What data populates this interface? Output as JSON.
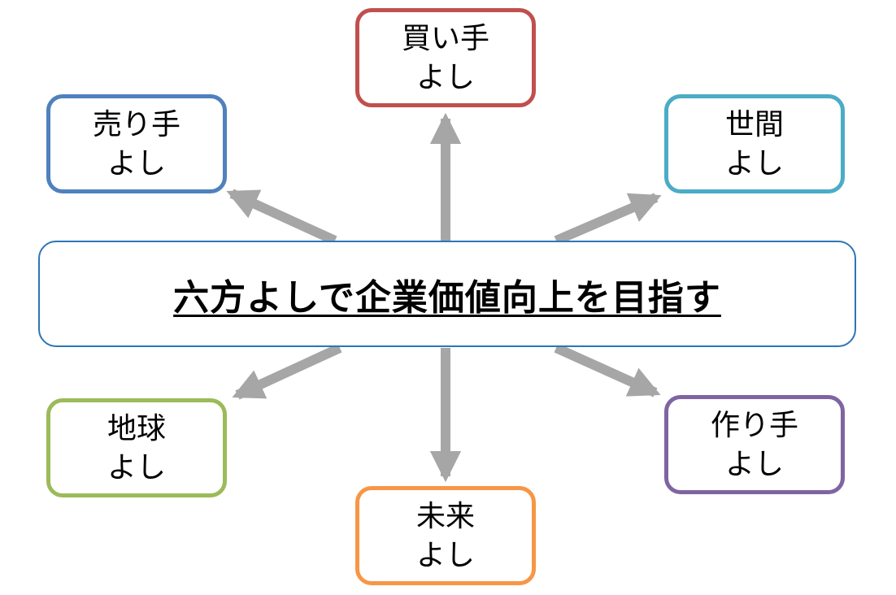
{
  "center": {
    "title": "六方よしで企業価値向上を目指す",
    "border_color": "#2e75b6"
  },
  "nodes": [
    {
      "id": "kaite",
      "line1": "買い手",
      "line2": "よし",
      "color": "#c0504d"
    },
    {
      "id": "urite",
      "line1": "売り手",
      "line2": "よし",
      "color": "#4f81bd"
    },
    {
      "id": "seken",
      "line1": "世間",
      "line2": "よし",
      "color": "#4bacc6"
    },
    {
      "id": "chikyu",
      "line1": "地球",
      "line2": "よし",
      "color": "#9bbb59"
    },
    {
      "id": "tsukurite",
      "line1": "作り手",
      "line2": "よし",
      "color": "#8064a2"
    },
    {
      "id": "mirai",
      "line1": "未来",
      "line2": "よし",
      "color": "#f79646"
    }
  ],
  "arrow_color": "#a6a6a6"
}
